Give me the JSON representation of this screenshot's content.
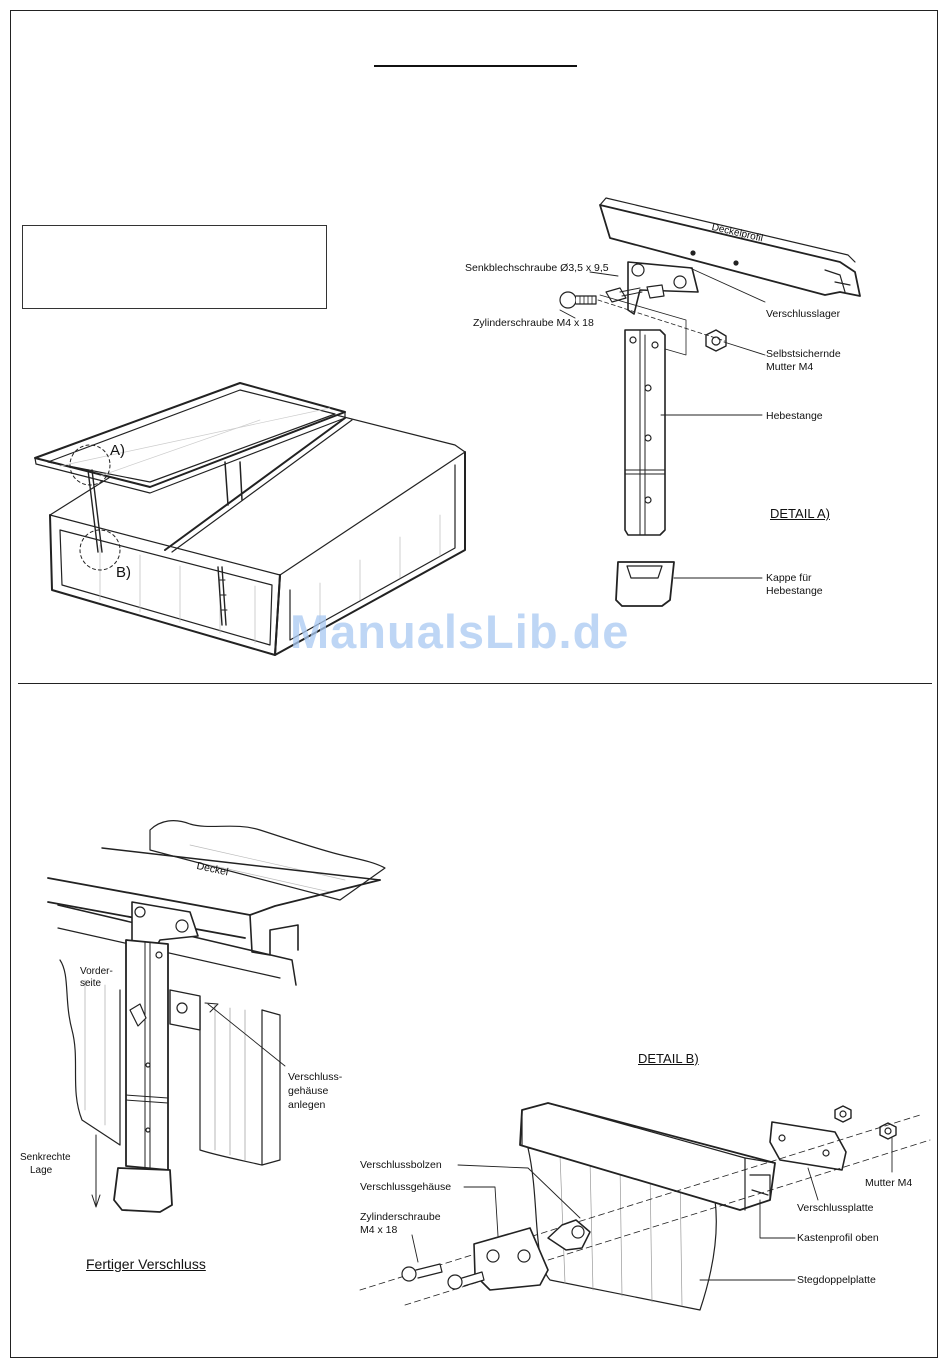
{
  "watermark": "ManualsLib.de",
  "overview": {
    "label_a": "A)",
    "label_b": "B)"
  },
  "detail_a": {
    "heading": "DETAIL A)",
    "parts": {
      "deckelprofil": "Deckelprofil",
      "senkblechschraube": "Senkblechschraube Ø3,5 x 9,5",
      "zylinderschraube": "Zylinderschraube M4 x 18",
      "verschlusslager": "Verschlusslager",
      "mutter_line1": "Selbstsichernde",
      "mutter_line2": "Mutter M4",
      "hebestange": "Hebestange",
      "kappe_line1": "Kappe für",
      "kappe_line2": "Hebestange"
    }
  },
  "assembled": {
    "caption": "Fertiger Verschluss",
    "deckel": "Deckel",
    "vorderseite_line1": "Vorder-",
    "vorderseite_line2": "seite",
    "verschluss_line1": "Verschluss-",
    "verschluss_line2": "gehäuse",
    "verschluss_line3": "anlegen",
    "senkrechte_line1": "Senkrechte",
    "senkrechte_line2": "Lage"
  },
  "detail_b": {
    "heading": "DETAIL B)",
    "parts": {
      "verschlussbolzen": "Verschlussbolzen",
      "verschlussgehaeuse": "Verschlussgehäuse",
      "zylinderschraube_line1": "Zylinderschraube",
      "zylinderschraube_line2": "M4 x 18",
      "mutter": "Mutter M4",
      "verschlussplatte": "Verschlussplatte",
      "kastenprofil": "Kastenprofil oben",
      "stegdoppelplatte": "Stegdoppelplatte"
    }
  }
}
